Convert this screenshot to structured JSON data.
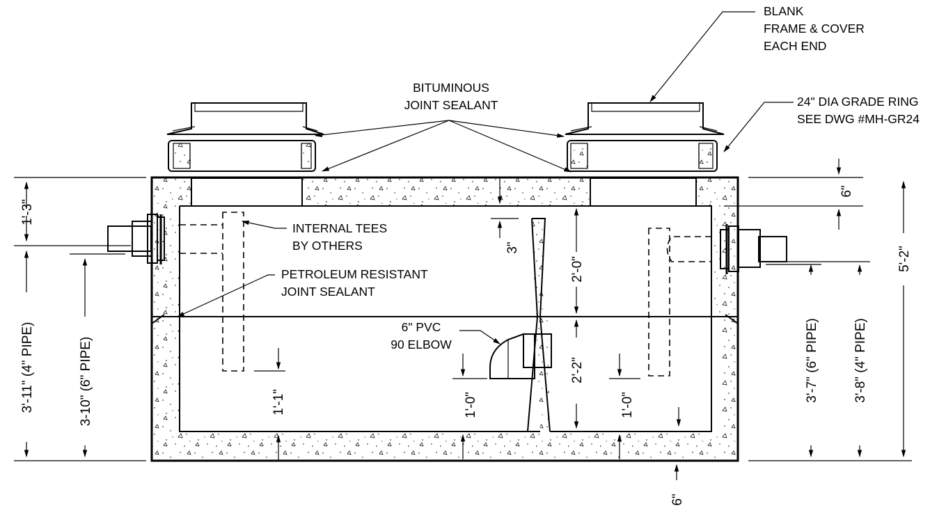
{
  "labels": {
    "frame_cover": [
      "BLANK",
      "FRAME & COVER",
      "EACH END"
    ],
    "bituminous": [
      "BITUMINOUS",
      "JOINT SEALANT"
    ],
    "grade_ring": [
      "24\" DIA GRADE RING",
      "SEE DWG #MH-GR24"
    ],
    "internal_tees": [
      "INTERNAL TEES",
      "BY OTHERS"
    ],
    "petroleum": [
      "PETROLEUM RESISTANT",
      "JOINT SEALANT"
    ],
    "pvc_elbow": [
      "6\" PVC",
      "90 ELBOW"
    ]
  },
  "dimensions": {
    "top_slab": "1'-3\"",
    "inlet_4in": "3'-11\" (4\" PIPE)",
    "inlet_6in": "3-10\" (6\" PIPE)",
    "tee_drop": "1'-1\"",
    "baffle_top": "3\"",
    "upper_chamber": "2'-0\"",
    "lower_chamber": "2'-2\"",
    "elbow_height_left": "1'-0\"",
    "elbow_height_right": "1'-0\"",
    "lid_thickness": "6\"",
    "outlet_6in": "3'-7\" (6\" PIPE)",
    "outlet_4in": "3'-8\" (4\" PIPE)",
    "overall_height": "5'-2\"",
    "base_slab": "6\""
  }
}
